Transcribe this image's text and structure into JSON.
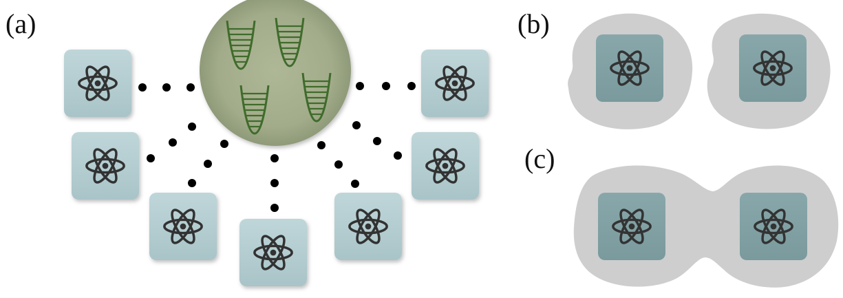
{
  "panels": [
    {
      "id": "a",
      "label": "(a)"
    },
    {
      "id": "b",
      "label": "(b)"
    },
    {
      "id": "c",
      "label": "(c)"
    }
  ],
  "central_mode": {
    "icon": "harmonic-oscillator-potential-icon",
    "count": 4
  },
  "atoms": {
    "icon": "atom-icon",
    "count_a": 7,
    "count_b": 2,
    "count_c": 2
  },
  "colors": {
    "atom_box": "#b4cdd1",
    "atom_box_dark": "#7f9ea2",
    "atom_stroke": "#333333",
    "cloud": "#c9c9c9",
    "mode_fill": "#a6b08e",
    "mode_stroke": "#3f6b2b",
    "dots": "#000000"
  }
}
